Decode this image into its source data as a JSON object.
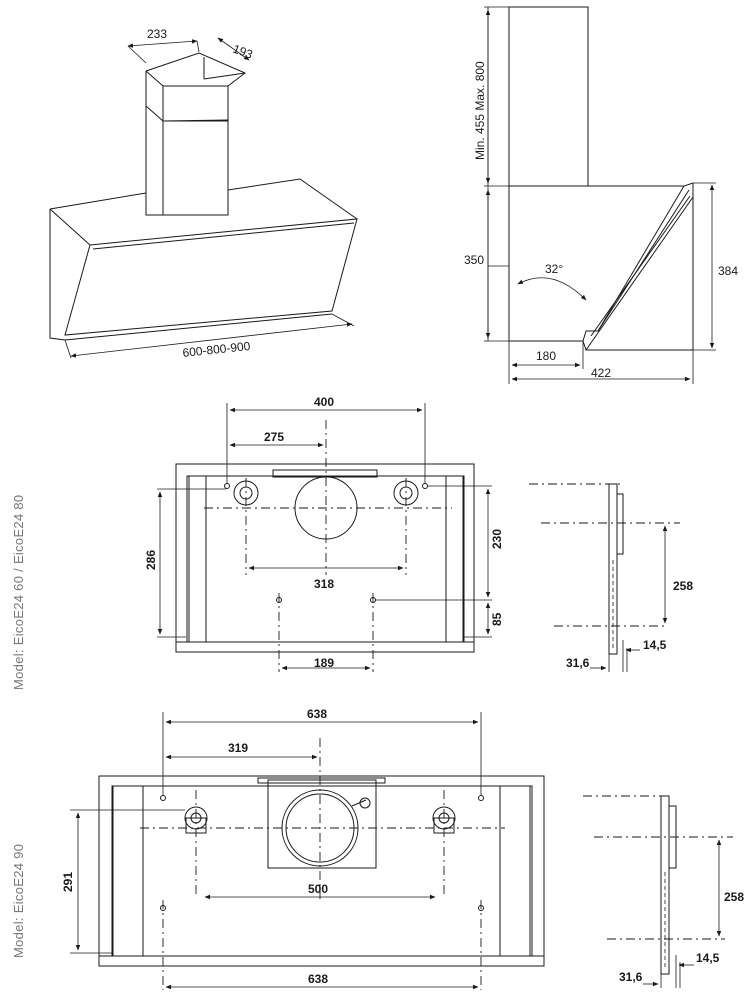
{
  "views": {
    "iso": {
      "width_label": "233",
      "depth_label": "193",
      "length_label": "600-800-900"
    },
    "side": {
      "chimney_label": "Min. 455  Max. 800",
      "height_label": "350",
      "angle_label": "32°",
      "total_height_label": "384",
      "bottom_depth_label": "180",
      "total_depth_label": "422"
    },
    "plan_small": {
      "model_label": "Model: EicoE24 60 / EicoE24 80",
      "d400": "400",
      "d275": "275",
      "d286": "286",
      "d318": "318",
      "d230": "230",
      "d85": "85",
      "d189": "189"
    },
    "side_small": {
      "d258": "258",
      "d14_5": "14,5",
      "d31_6": "31,6"
    },
    "plan_large": {
      "model_label": "Model: EicoE24 90",
      "d638_top": "638",
      "d319": "319",
      "d291": "291",
      "d500": "500",
      "d638_bottom": "638"
    },
    "side_large": {
      "d258": "258",
      "d14_5": "14,5",
      "d31_6": "31,6"
    }
  }
}
